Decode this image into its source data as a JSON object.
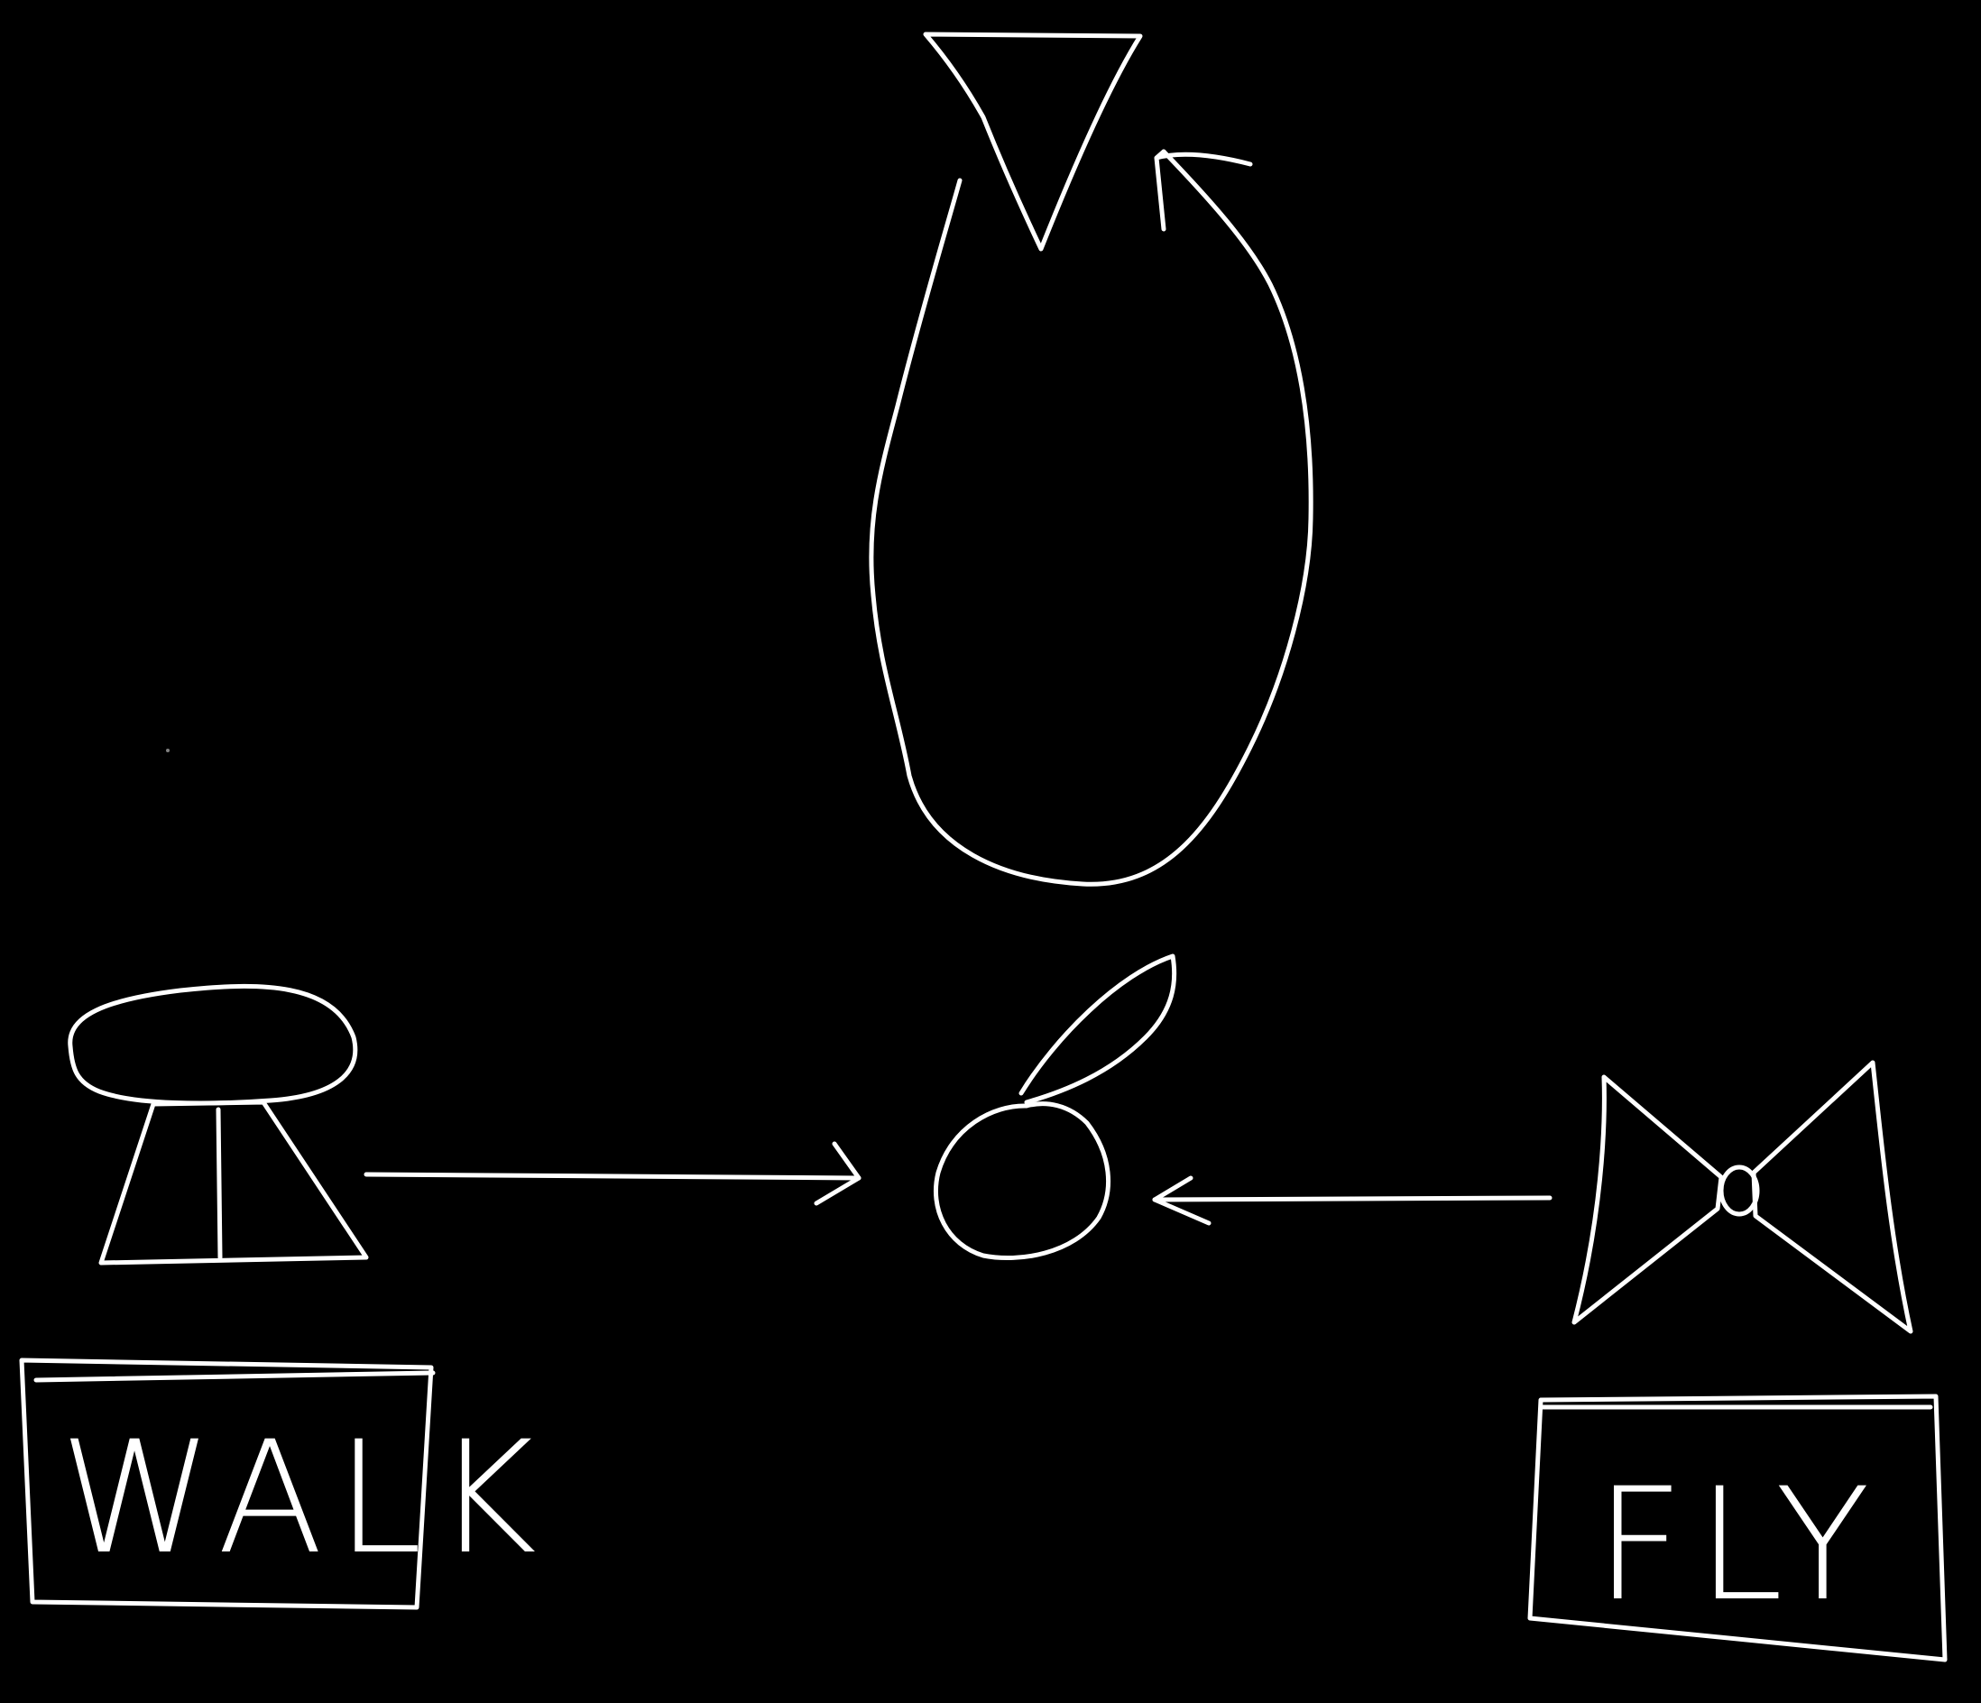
{
  "diagram": {
    "background_color": "#000000",
    "ink_color": "#ffffff",
    "labels": {
      "walk": "WALK",
      "fly": "FLY"
    },
    "nodes": [
      {
        "id": "funnel",
        "icon": "funnel-icon"
      },
      {
        "id": "loop",
        "icon": "loop-arrow"
      },
      {
        "id": "mushroom",
        "icon": "mushroom-icon"
      },
      {
        "id": "apple",
        "icon": "apple-icon"
      },
      {
        "id": "bowtie",
        "icon": "bowtie-icon"
      }
    ],
    "edges": [
      {
        "from": "mushroom",
        "to": "apple"
      },
      {
        "from": "bowtie",
        "to": "apple"
      }
    ]
  }
}
